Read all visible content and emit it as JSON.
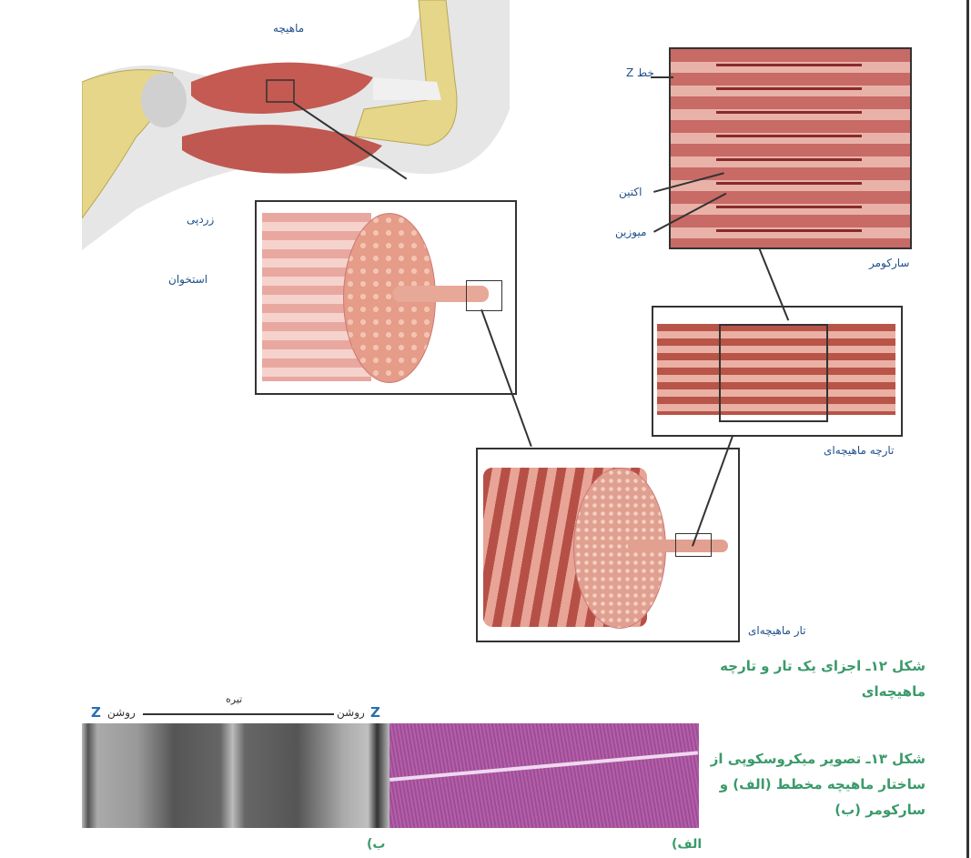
{
  "labels": {
    "muscle": "ماهیچه",
    "tendon": "زردپی",
    "bone": "استخوان",
    "z_line": "خط Z",
    "actin": "اکتین",
    "myosin": "میوزین",
    "sarcomere": "سارکومر",
    "myofibril": "تارچه ماهیچه‌ای",
    "muscle_fiber": "تار ماهیچه‌ای"
  },
  "captions": {
    "fig12_line1": "شکل ۱۲ـ اجزای یک تار و تارچه",
    "fig12_line2": "ماهیچه‌ای",
    "fig13_line1": "شکل ۱۳ـ تصویر میکروسکوپی از",
    "fig13_line2": "ساختار ماهیچه مخطط (الف) و",
    "fig13_line3": "سارکومر (ب)"
  },
  "micrograph": {
    "z_left": "Z",
    "light_left": "روشن",
    "dark": "تیره",
    "light_right": "روشن",
    "z_right": "Z",
    "label_b": "ب)",
    "label_a": "الف)"
  },
  "colors": {
    "caption": "#3a9a6a",
    "label": "#1f4f8a",
    "muscle": "#c8605a"
  }
}
